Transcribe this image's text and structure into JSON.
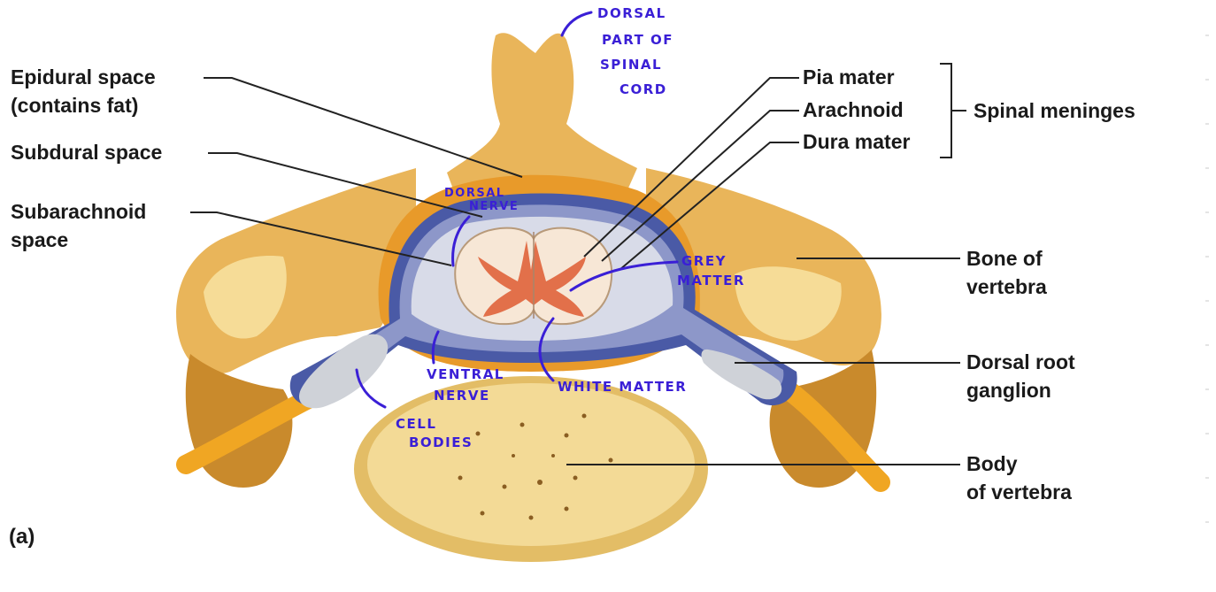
{
  "figure_tag": "(a)",
  "labels": {
    "epidural_line1": "Epidural space",
    "epidural_line2": "(contains fat)",
    "subdural": "Subdural space",
    "subarachnoid_line1": "Subarachnoid",
    "subarachnoid_line2": "space",
    "pia_mater": "Pia mater",
    "arachnoid": "Arachnoid",
    "dura_mater": "Dura mater",
    "spinal_meninges": "Spinal meninges",
    "bone_line1": "Bone of",
    "bone_line2": "vertebra",
    "drg_line1": "Dorsal root",
    "drg_line2": "ganglion",
    "body_line1": "Body",
    "body_line2": "of vertebra"
  },
  "handwritten": {
    "dorsal_part_1": "DORSAL",
    "dorsal_part_2": "PART OF",
    "dorsal_part_3": "SPINAL",
    "dorsal_part_4": "CORD",
    "dorsal_nerve_1": "DORSAL",
    "dorsal_nerve_2": "NERVE",
    "grey_1": "GREY",
    "grey_2": "MATTER",
    "ventral_1": "VENTRAL",
    "ventral_2": "NERVE",
    "white_matter": "WHITE MATTER",
    "cell_1": "CELL",
    "cell_2": "BODIES"
  },
  "colors": {
    "bone": "#e9b55a",
    "bone_light": "#f6dc97",
    "bone_dark": "#c98a2c",
    "body": "#f3da96",
    "body_shade": "#e3bd66",
    "nerve": "#f0a623",
    "dura": "#4a5aa6",
    "arachnoid": "#8d97c9",
    "csf": "#d8dbe8",
    "fat": "#e89a2a",
    "cord": "#f7e7d6",
    "grey_matter": "#e2704a",
    "ganglion": "#cfd2d8",
    "ink": "#3a1fd6"
  }
}
